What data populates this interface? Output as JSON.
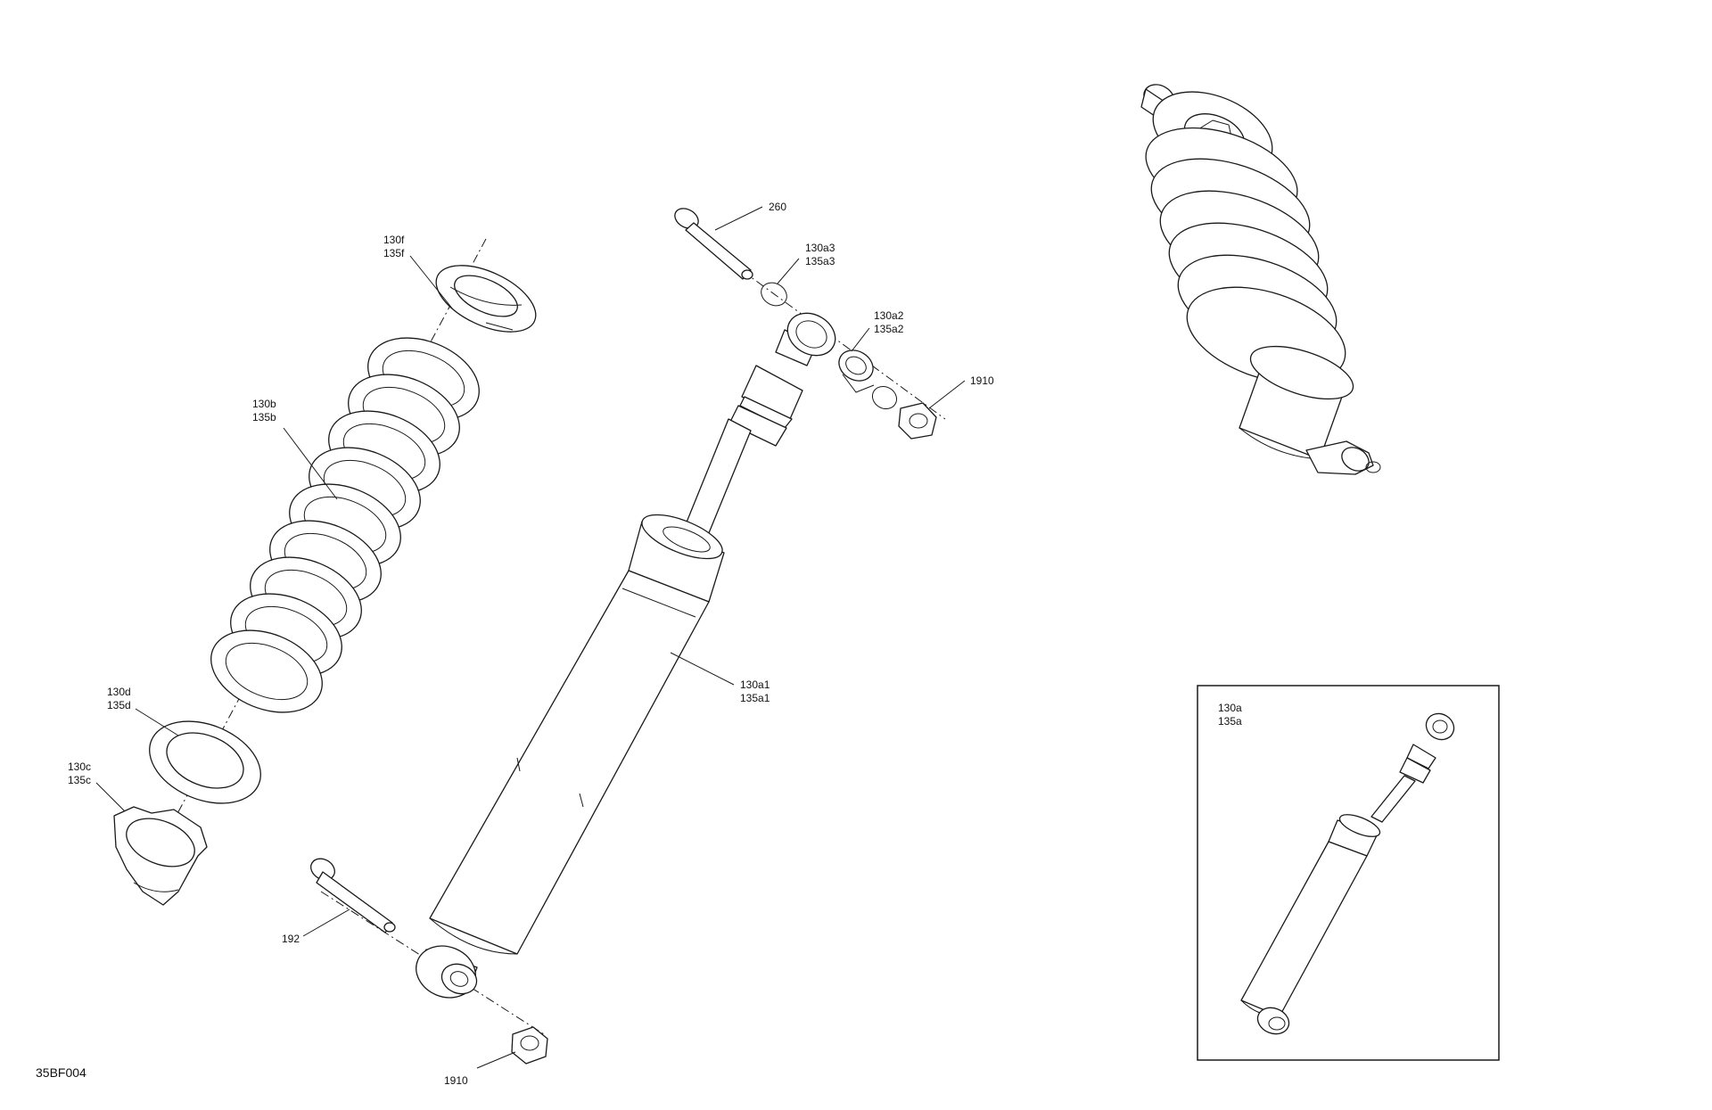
{
  "drawing_id": "35BF004",
  "callouts": {
    "bolt_top": "260",
    "ring_top_a": "130a3",
    "ring_top_b": "135a3",
    "bushing_a": "130a2",
    "bushing_b": "135a2",
    "nut_top": "1910",
    "retainer_a": "130f",
    "retainer_b": "135f",
    "spring_a": "130b",
    "spring_b": "135b",
    "shock_a": "130a1",
    "shock_b": "135a1",
    "seat_a": "130d",
    "seat_b": "135d",
    "adjuster_a": "130c",
    "adjuster_b": "135c",
    "bolt_bottom": "192",
    "nut_bottom": "1910",
    "inset_a": "130a",
    "inset_b": "135a"
  }
}
